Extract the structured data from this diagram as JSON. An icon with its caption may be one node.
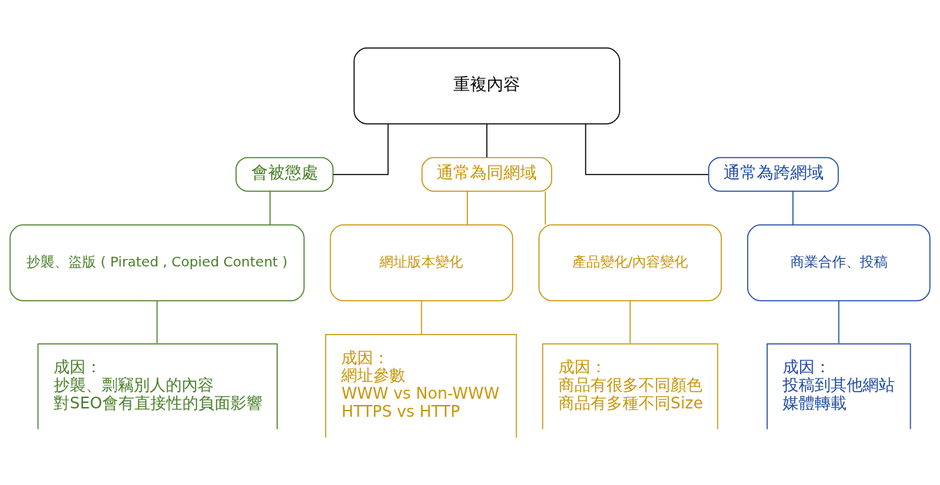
{
  "diagram": {
    "nodes": [
      {
        "text": [
          "重複內容"
        ]
      },
      {
        "text": [
          "會被懲處"
        ]
      },
      {
        "text": [
          "通常為同網域"
        ]
      },
      {
        "text": [
          "通常為跨網域"
        ]
      },
      {
        "text": [
          "抄襲、盜版 ( Pirated , Copied Content )"
        ]
      },
      {
        "text": [
          "網址版本變化"
        ]
      },
      {
        "text": [
          "產品變化/內容變化"
        ]
      },
      {
        "text": [
          "商業合作、投稿"
        ]
      },
      {
        "text": [
          "成因：",
          "抄襲、剽竊別人的內容",
          "對SEO會有直接性的負面影響"
        ]
      },
      {
        "text": [
          "成因：",
          "網址參數",
          "WWW vs Non-WWW",
          "HTTPS vs HTTP"
        ]
      },
      {
        "text": [
          "成因：",
          "商品有很多不同顏色",
          "商品有多種不同Size"
        ]
      },
      {
        "text": [
          "成因：",
          "投稿到其他網站",
          "媒體轉載"
        ]
      }
    ],
    "edges": [
      {
        "from": 0,
        "to": 1,
        "arrow": "none",
        "color": "#000000"
      },
      {
        "from": 0,
        "to": 2,
        "arrow": "none",
        "color": "#000000"
      },
      {
        "from": 0,
        "to": 3,
        "arrow": "none",
        "color": "#000000"
      },
      {
        "from": 1,
        "to": 4,
        "arrow": "none",
        "color": "#4a7f2a"
      },
      {
        "from": 2,
        "to": 5,
        "arrow": "none"
      },
      {
        "from": 2,
        "to": 6,
        "arrow": "none"
      },
      {
        "from": 3,
        "to": 7,
        "arrow": "none",
        "color": "#1f4aa0"
      },
      {
        "from": 4,
        "to": 8,
        "arrow": "none",
        "color": "#4a7f2a"
      },
      {
        "from": 5,
        "to": 9,
        "arrow": "none"
      },
      {
        "from": 6,
        "to": 10,
        "arrow": "none"
      },
      {
        "from": 7,
        "to": 11,
        "arrow": "none",
        "color": "#1f4aa0"
      }
    ]
  }
}
